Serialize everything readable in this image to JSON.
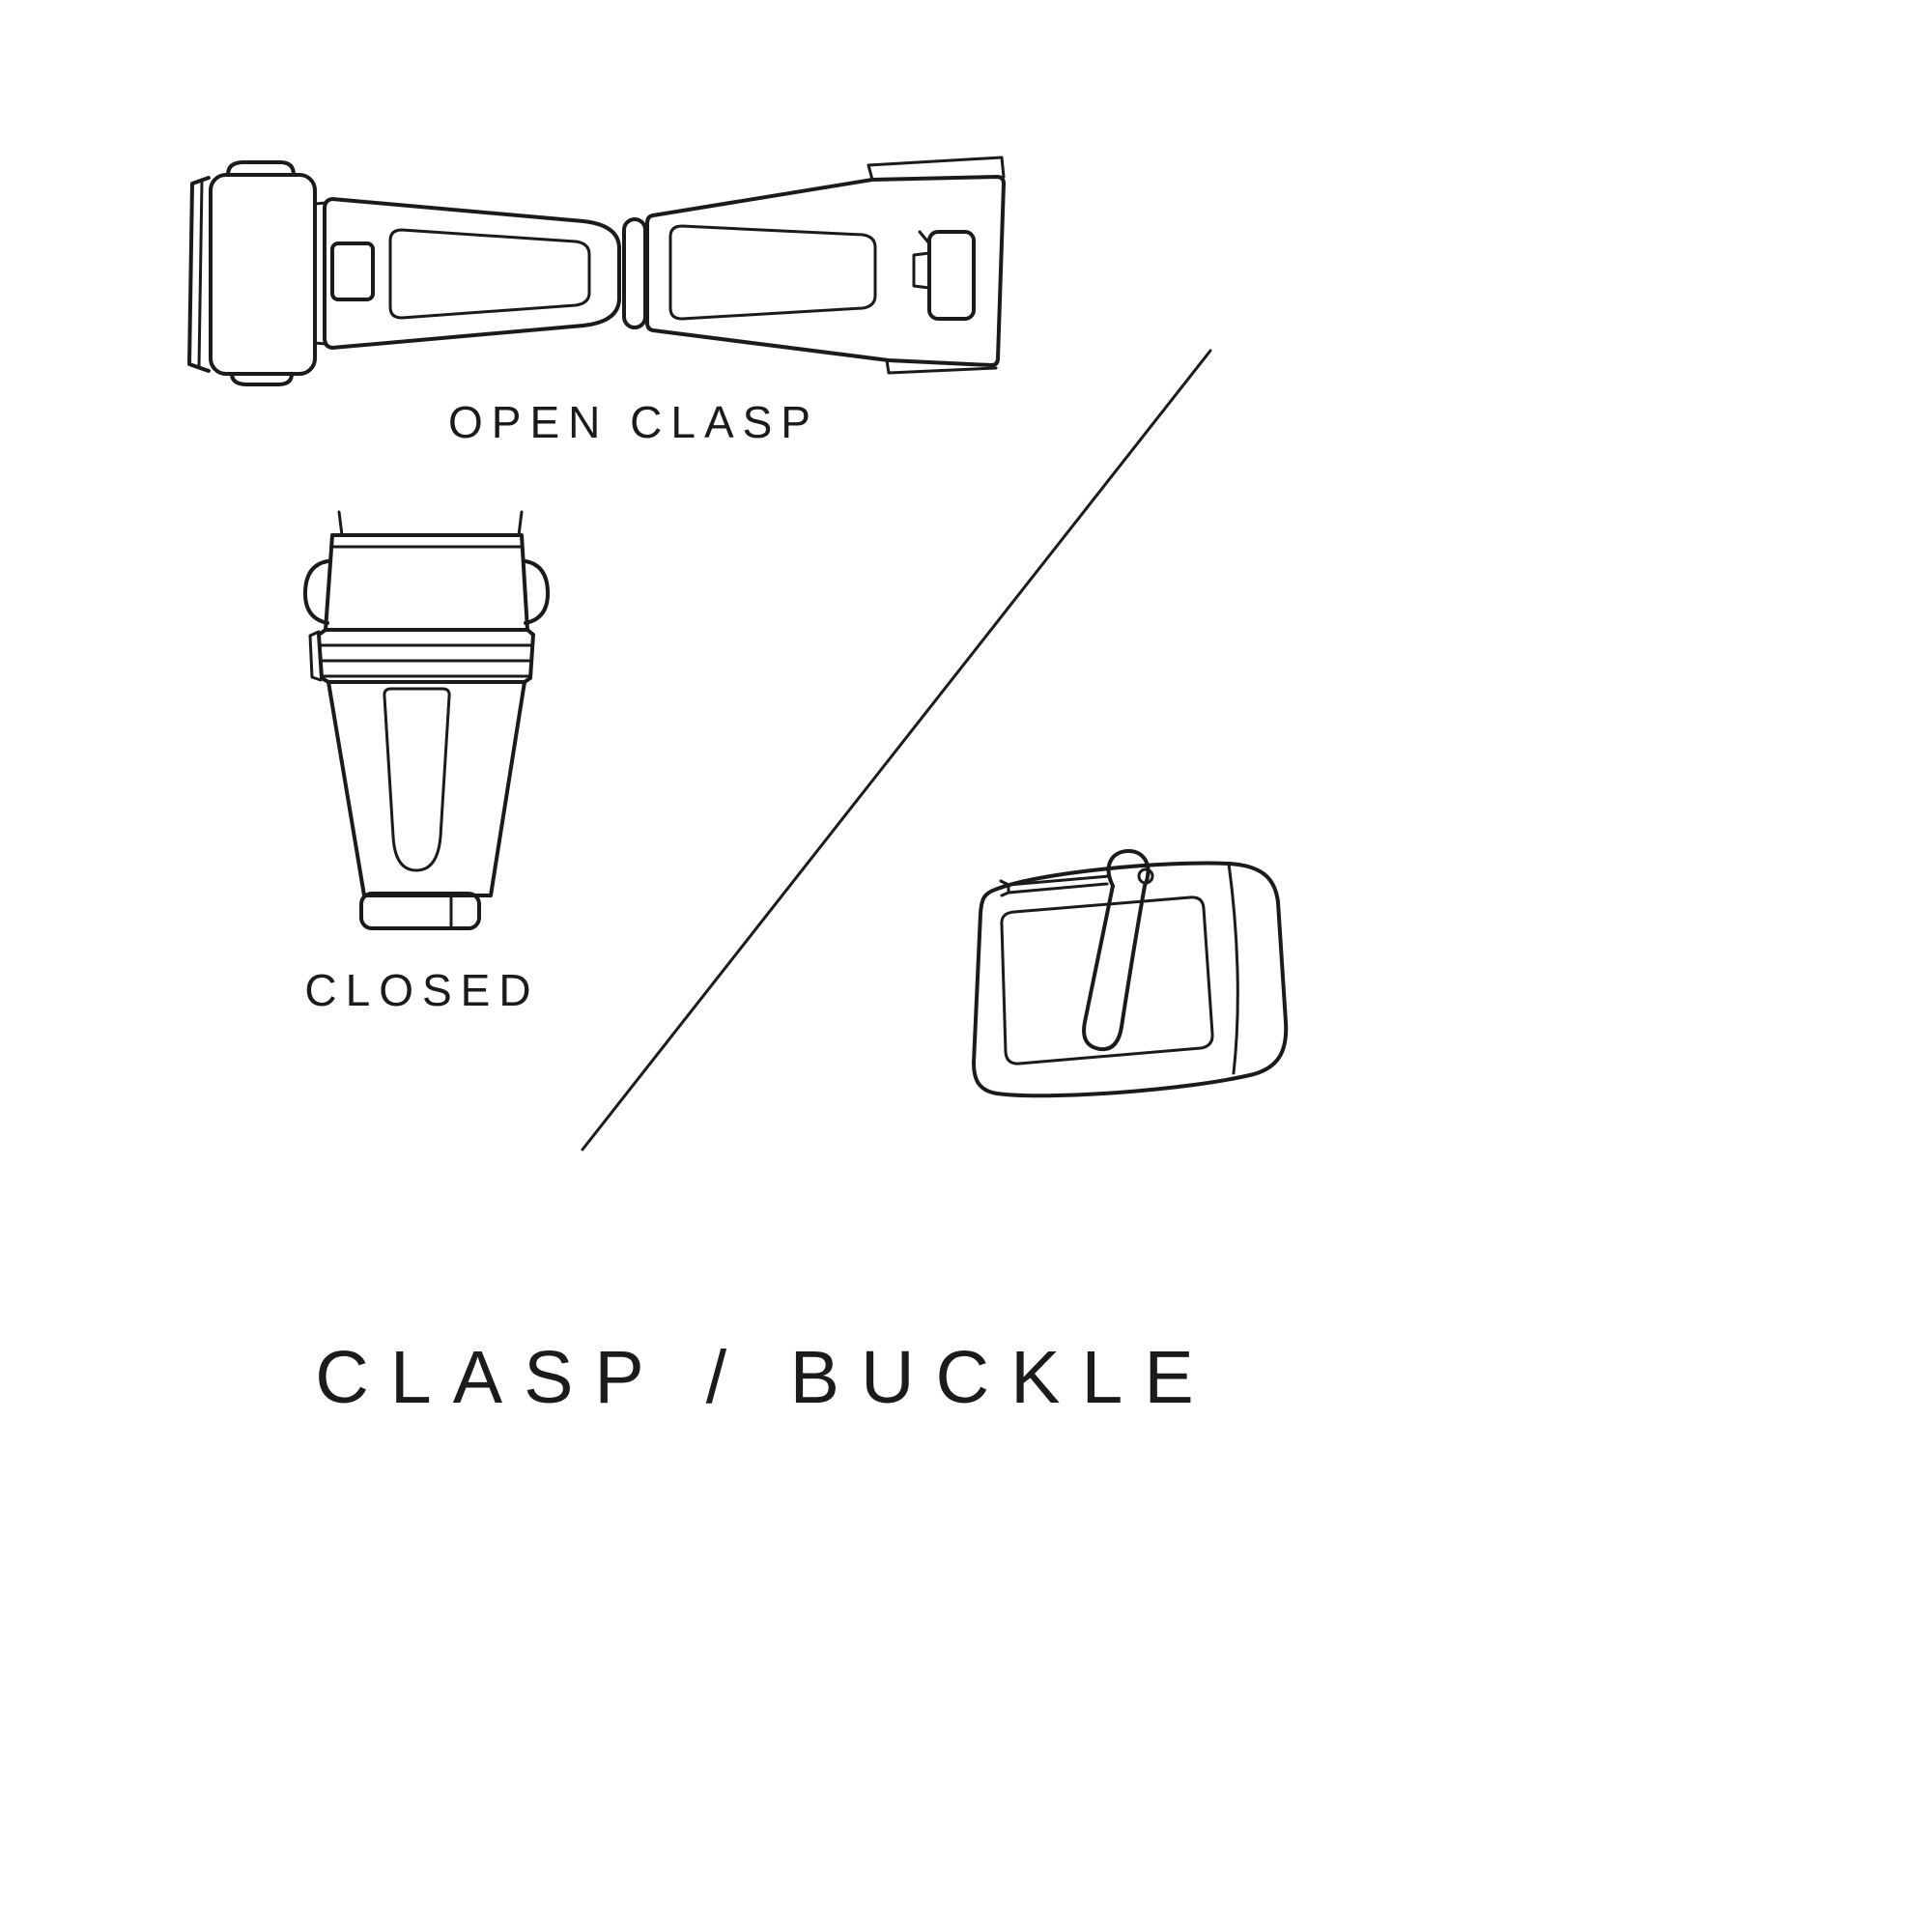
{
  "page": {
    "title": "CLASP / BUCKLE",
    "background_color": "#ffffff",
    "ink_color": "#1b1b1b"
  },
  "captions": {
    "open_clasp": "OPEN CLASP",
    "closed": "CLOSED"
  },
  "figures": {
    "open_clasp": "open-clasp-illustration",
    "closed_clasp": "closed-clasp-illustration",
    "buckle": "buckle-illustration",
    "divider": "diagonal-divider-line"
  }
}
